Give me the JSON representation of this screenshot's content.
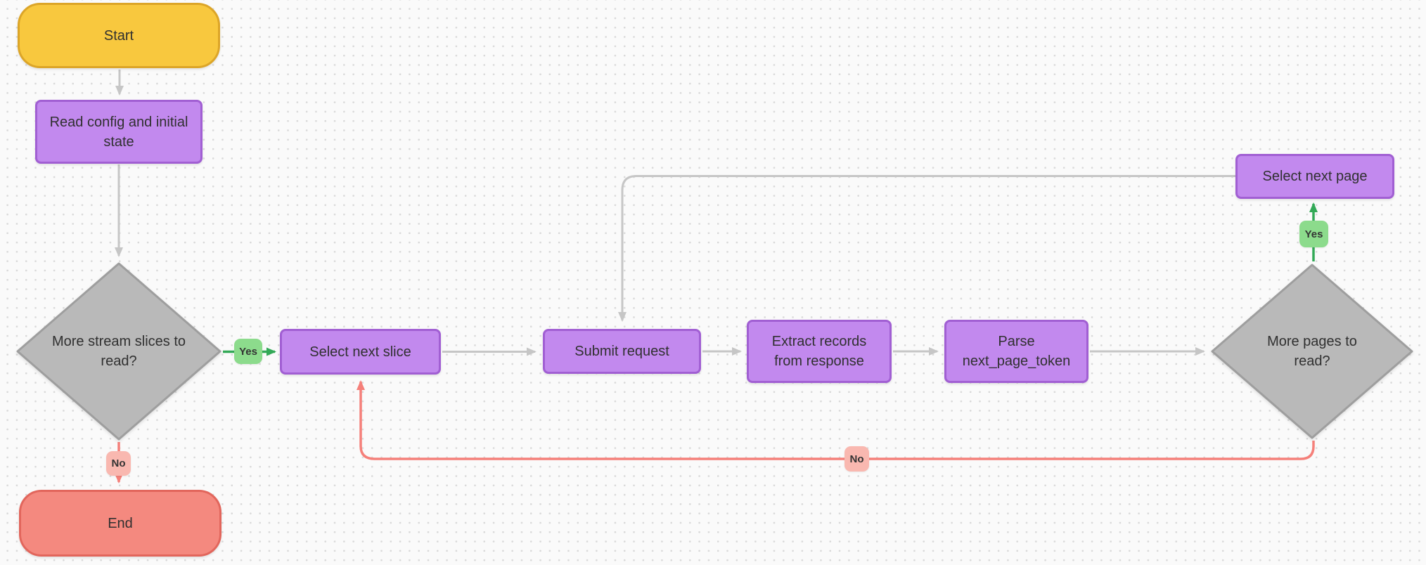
{
  "diagram": {
    "nodes": {
      "start": {
        "label": "Start",
        "shape": "terminator"
      },
      "read_config": {
        "label": "Read config and initial state",
        "shape": "process"
      },
      "more_slices": {
        "label": "More stream slices to read?",
        "shape": "decision"
      },
      "select_next_slice": {
        "label": "Select next slice",
        "shape": "process"
      },
      "submit_request": {
        "label": "Submit request",
        "shape": "process"
      },
      "extract_records": {
        "label": "Extract records from response",
        "shape": "process"
      },
      "parse_next_page_token": {
        "label": "Parse next_page_token",
        "shape": "process"
      },
      "more_pages": {
        "label": "More pages to read?",
        "shape": "decision"
      },
      "select_next_page": {
        "label": "Select next page",
        "shape": "process"
      },
      "end": {
        "label": "End",
        "shape": "terminator"
      }
    },
    "edge_labels": {
      "slices_yes": "Yes",
      "slices_no": "No",
      "pages_yes": "Yes",
      "pages_no": "No"
    },
    "edges": [
      {
        "from": "start",
        "to": "read_config"
      },
      {
        "from": "read_config",
        "to": "more_slices"
      },
      {
        "from": "more_slices",
        "to": "select_next_slice",
        "label": "Yes"
      },
      {
        "from": "more_slices",
        "to": "end",
        "label": "No"
      },
      {
        "from": "select_next_slice",
        "to": "submit_request"
      },
      {
        "from": "submit_request",
        "to": "extract_records"
      },
      {
        "from": "extract_records",
        "to": "parse_next_page_token"
      },
      {
        "from": "parse_next_page_token",
        "to": "more_pages"
      },
      {
        "from": "more_pages",
        "to": "select_next_page",
        "label": "Yes"
      },
      {
        "from": "more_pages",
        "to": "select_next_slice",
        "label": "No"
      },
      {
        "from": "select_next_page",
        "to": "submit_request"
      }
    ],
    "colors": {
      "terminator_start_fill": "#F8C83E",
      "terminator_start_border": "#DCA528",
      "terminator_end_fill": "#F4897F",
      "terminator_end_border": "#E2665C",
      "process_fill": "#C289EE",
      "process_border": "#A15FD3",
      "decision_fill": "#B9B9B9",
      "decision_border": "#9E9E9E",
      "edge_gray": "#C6C6C6",
      "edge_green": "#33A957",
      "edge_red": "#F5807A",
      "chip_yes_bg": "#8CDB8C",
      "chip_no_bg": "#F9B8B0",
      "canvas_bg": "#FAFAFA",
      "dot_color": "#D9D9D9",
      "text": "#303030"
    }
  }
}
